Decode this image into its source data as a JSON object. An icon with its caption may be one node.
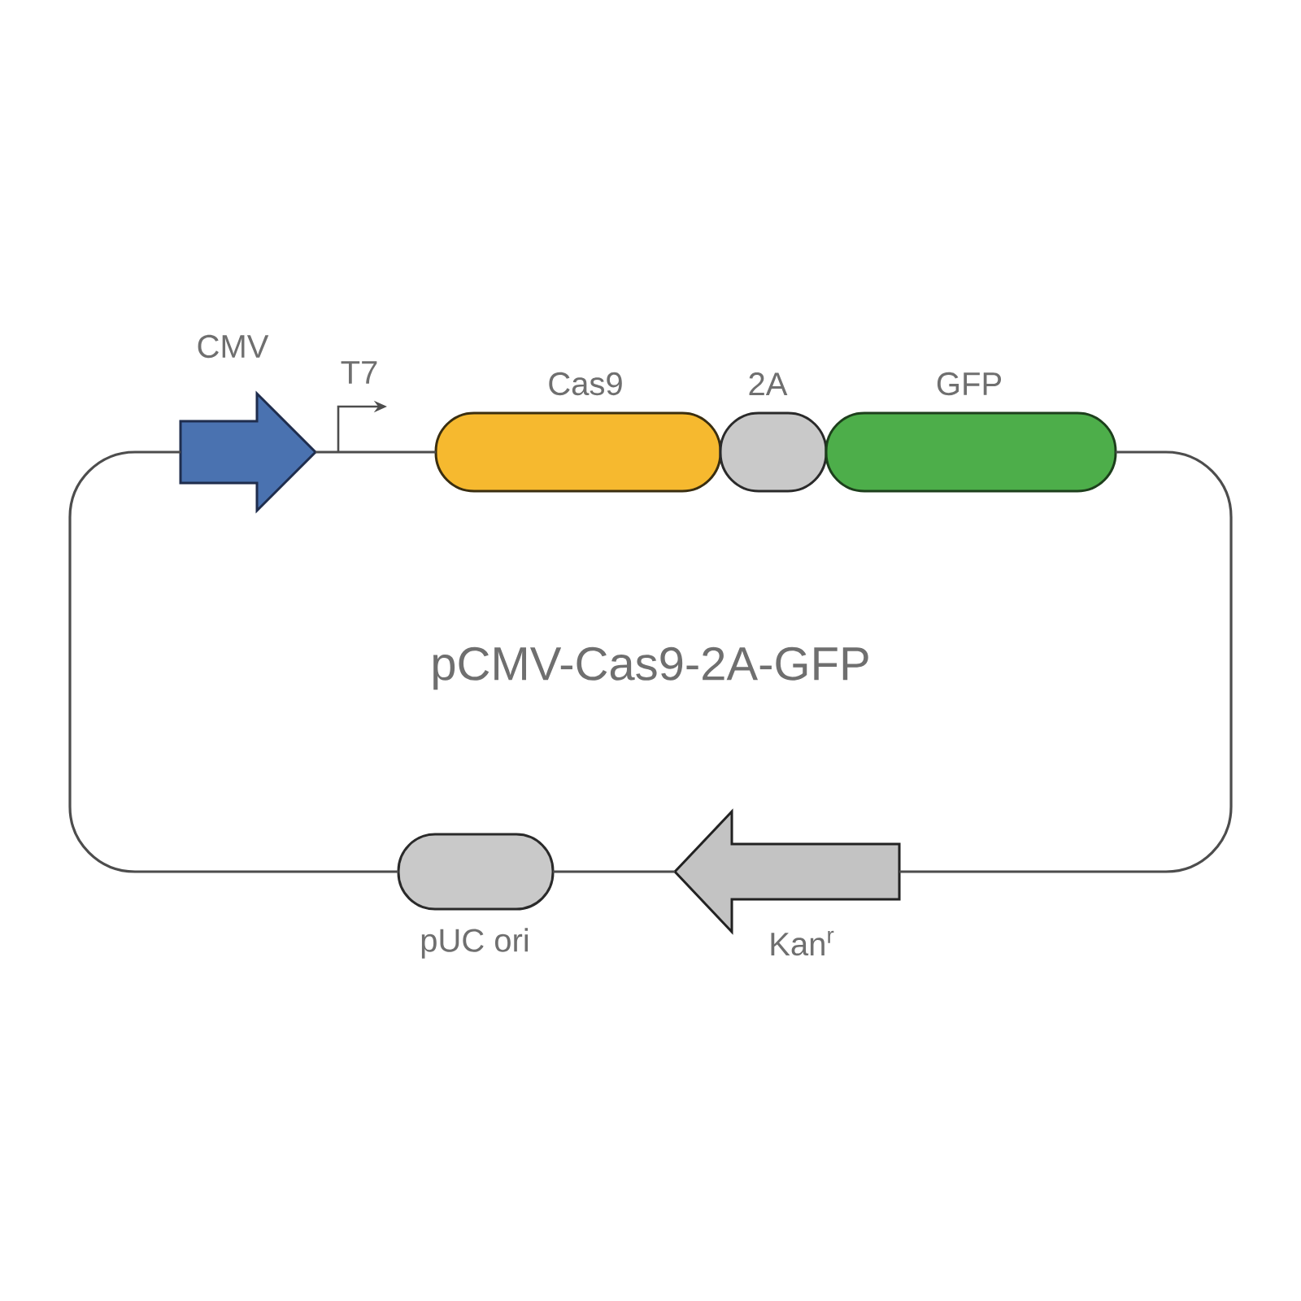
{
  "diagram": {
    "title": "pCMV-Cas9-2A-GFP",
    "nodes": [
      {
        "text": [
          "CMV"
        ]
      },
      {
        "text": [
          "Cas9"
        ]
      },
      {
        "text": [
          "2A"
        ]
      },
      {
        "text": [
          "GFP"
        ]
      },
      {
        "text": [
          "Kan$^{r}$"
        ]
      },
      {
        "text": [
          "pUC ori"
        ]
      }
    ],
    "edges": [
      {
        "from": 0,
        "to": 1,
        "arrow": "none"
      },
      {
        "from": 3,
        "to": 4,
        "arrow": "none"
      },
      {
        "from": 4,
        "to": 5,
        "arrow": "none"
      },
      {
        "from": 5,
        "to": 0,
        "arrow": "none"
      }
    ],
    "labels": [
      "T7"
    ]
  }
}
